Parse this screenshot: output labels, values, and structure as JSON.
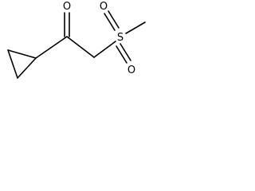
{
  "molecule": {
    "atoms": {
      "carbonyl_oxygen": "O",
      "sulfonyl_sulfur": "S",
      "sulfonyl_oxygen_left": "O",
      "sulfonyl_oxygen_right": "O"
    }
  }
}
